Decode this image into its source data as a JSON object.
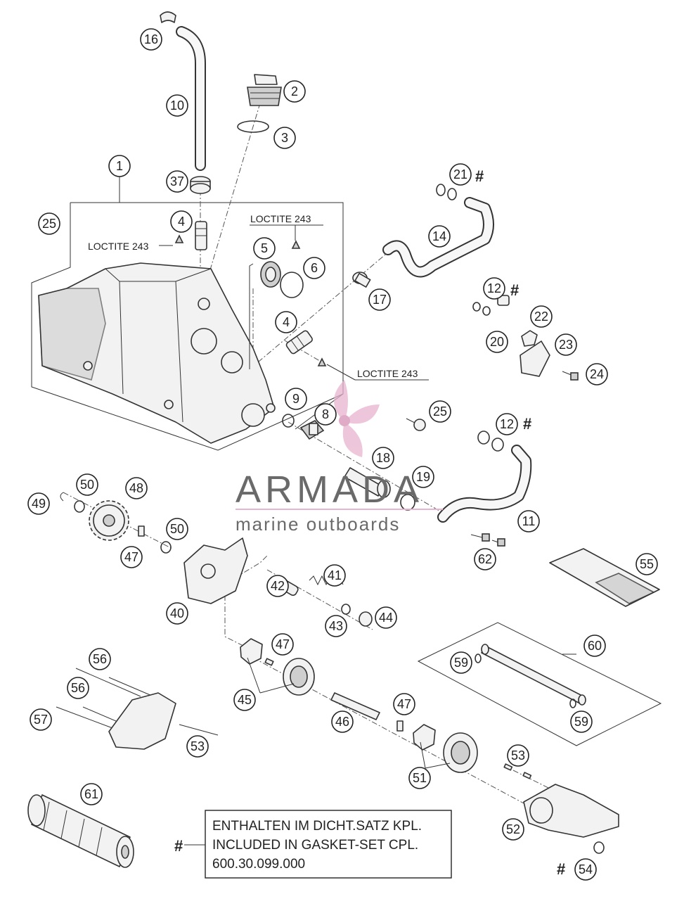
{
  "callouts": [
    {
      "id": "c16",
      "label": "16"
    },
    {
      "id": "c2",
      "label": "2"
    },
    {
      "id": "c10",
      "label": "10"
    },
    {
      "id": "c3",
      "label": "3"
    },
    {
      "id": "c1",
      "label": "1"
    },
    {
      "id": "c37",
      "label": "37"
    },
    {
      "id": "c21",
      "label": "21"
    },
    {
      "id": "c25a",
      "label": "25"
    },
    {
      "id": "c4a",
      "label": "4"
    },
    {
      "id": "c14",
      "label": "14"
    },
    {
      "id": "c5",
      "label": "5"
    },
    {
      "id": "c6",
      "label": "6"
    },
    {
      "id": "c17",
      "label": "17"
    },
    {
      "id": "c12a",
      "label": "12"
    },
    {
      "id": "c22",
      "label": "22"
    },
    {
      "id": "c20",
      "label": "20"
    },
    {
      "id": "c23",
      "label": "23"
    },
    {
      "id": "c4b",
      "label": "4"
    },
    {
      "id": "c24",
      "label": "24"
    },
    {
      "id": "c9",
      "label": "9"
    },
    {
      "id": "c8",
      "label": "8"
    },
    {
      "id": "c25b",
      "label": "25"
    },
    {
      "id": "c12b",
      "label": "12"
    },
    {
      "id": "c18",
      "label": "18"
    },
    {
      "id": "c50a",
      "label": "50"
    },
    {
      "id": "c48",
      "label": "48"
    },
    {
      "id": "c19",
      "label": "19"
    },
    {
      "id": "c49",
      "label": "49"
    },
    {
      "id": "c11",
      "label": "11"
    },
    {
      "id": "c50b",
      "label": "50"
    },
    {
      "id": "c47a",
      "label": "47"
    },
    {
      "id": "c62",
      "label": "62"
    },
    {
      "id": "c55",
      "label": "55"
    },
    {
      "id": "c41",
      "label": "41"
    },
    {
      "id": "c42",
      "label": "42"
    },
    {
      "id": "c40",
      "label": "40"
    },
    {
      "id": "c43",
      "label": "43"
    },
    {
      "id": "c44",
      "label": "44"
    },
    {
      "id": "c47b",
      "label": "47"
    },
    {
      "id": "c60",
      "label": "60"
    },
    {
      "id": "c56a",
      "label": "56"
    },
    {
      "id": "c59a",
      "label": "59"
    },
    {
      "id": "c45",
      "label": "45"
    },
    {
      "id": "c56b",
      "label": "56"
    },
    {
      "id": "c47c",
      "label": "47"
    },
    {
      "id": "c57",
      "label": "57"
    },
    {
      "id": "c46",
      "label": "46"
    },
    {
      "id": "c59b",
      "label": "59"
    },
    {
      "id": "c53a",
      "label": "53"
    },
    {
      "id": "c53b",
      "label": "53"
    },
    {
      "id": "c51",
      "label": "51"
    },
    {
      "id": "c61",
      "label": "61"
    },
    {
      "id": "c52",
      "label": "52"
    },
    {
      "id": "c54",
      "label": "54"
    }
  ],
  "notes": {
    "loctite_1": "LOCTITE 243",
    "loctite_2": "LOCTITE 243",
    "loctite_3": "LOCTITE 243"
  },
  "hash_marks": {
    "h21": "#",
    "h12a": "#",
    "h12b": "#",
    "h54": "#",
    "legend": "#"
  },
  "legend": {
    "line1": "ENTHALTEN IM DICHT.SATZ KPL.",
    "line2": "INCLUDED IN GASKET-SET CPL.",
    "line3": "600.30.099.000"
  },
  "watermark": {
    "brand": "ARMADA",
    "tagline": "marine outboards"
  },
  "colors": {
    "line": "#222222",
    "watermark_text": "#6a6a6a",
    "watermark_accent": "#e8b4cf"
  }
}
